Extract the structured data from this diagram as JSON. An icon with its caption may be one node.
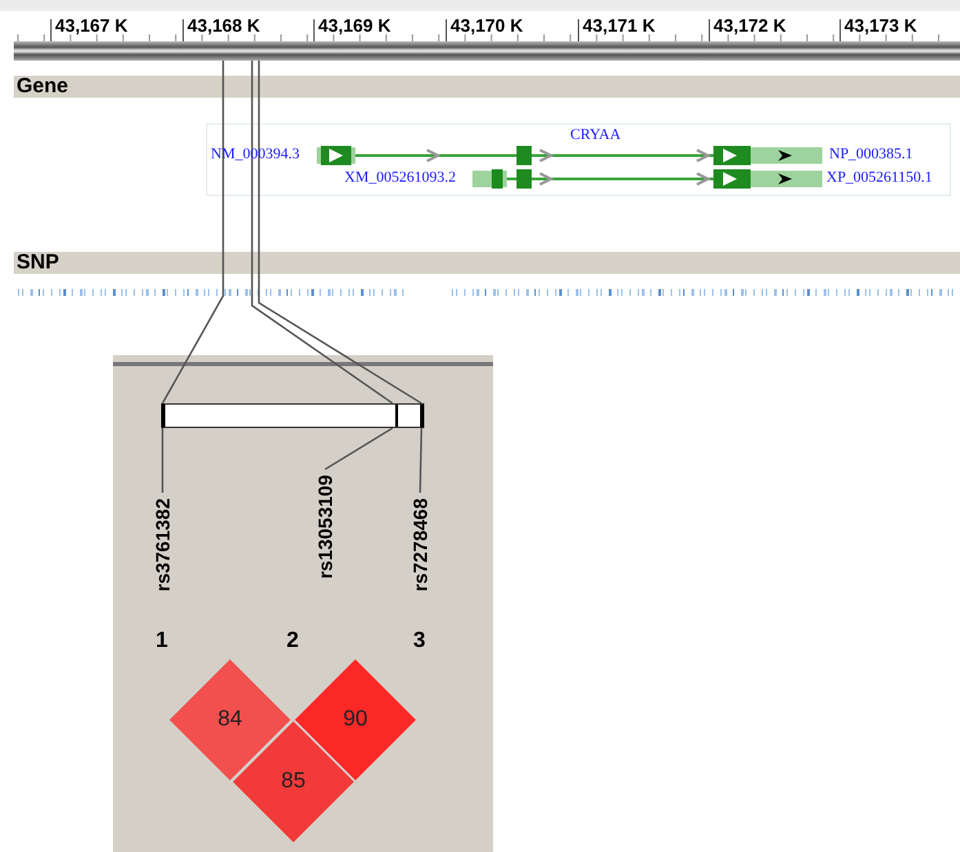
{
  "diagram": {
    "nodes": [
      {
        "text": [],
        "shape": "bar"
      },
      {
        "text": [],
        "shape": "bar"
      },
      {
        "text": [
          "rs3761382"
        ]
      },
      {
        "text": [
          "rs13053109"
        ]
      },
      {
        "text": [
          "rs7278468"
        ]
      },
      {
        "text": [
          "84"
        ]
      },
      {
        "text": [
          "90"
        ]
      },
      {
        "text": [
          "85"
        ]
      }
    ],
    "edges": [
      {
        "from": 0,
        "to": 1,
        "arrow": "none"
      },
      {
        "from": 0,
        "to": 1,
        "arrow": "none"
      },
      {
        "from": 0,
        "to": 1,
        "arrow": "none"
      },
      {
        "from": 2,
        "to": 1,
        "arrow": "none"
      },
      {
        "from": 3,
        "to": 1,
        "arrow": "none"
      },
      {
        "from": 4,
        "to": 1,
        "arrow": "none"
      }
    ],
    "labels": [
      "43,167 K",
      "43,168 K",
      "43,169 K",
      "43,170 K",
      "43,171 K",
      "43,172 K",
      "43,173 K",
      "Gene",
      "SNP",
      "CRYAA",
      "NM_000394.3",
      "NP_000385.1",
      "XM_005261093.2",
      "XP_005261150.1",
      "1",
      "2",
      "3"
    ]
  }
}
